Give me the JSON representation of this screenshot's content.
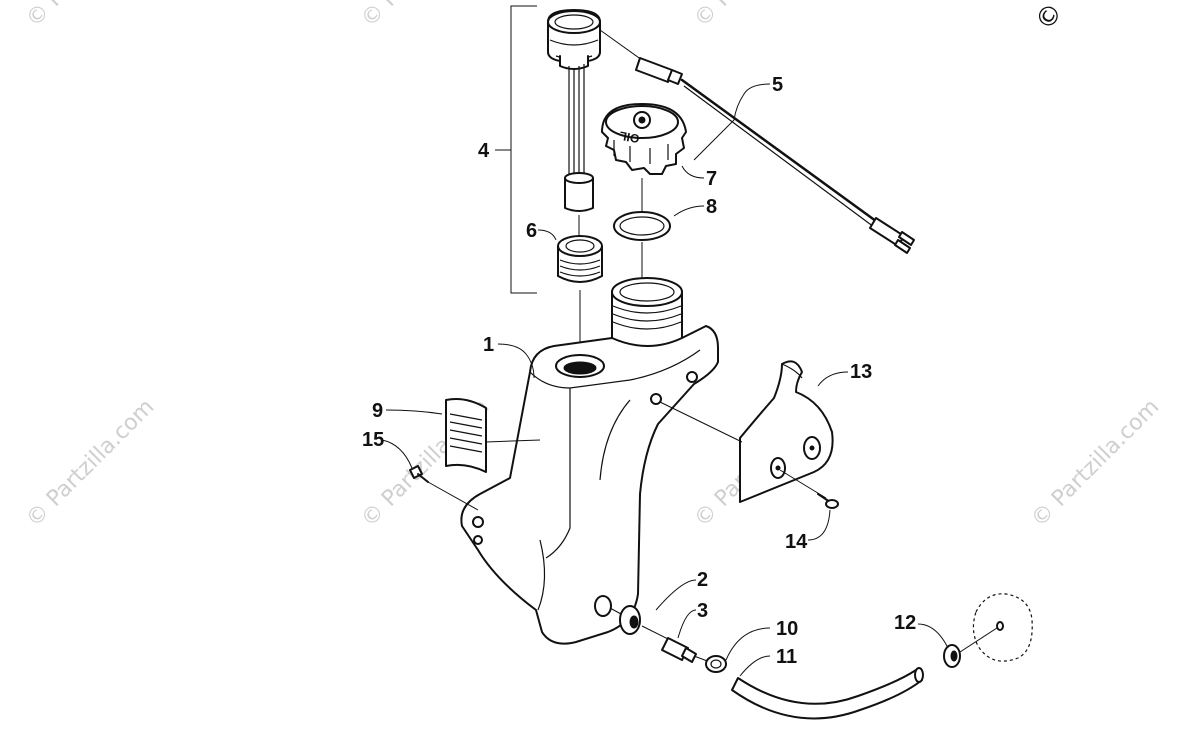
{
  "watermark": {
    "text": "© Partzilla.com",
    "corner_text": "© P"
  },
  "callouts": {
    "c1": "1",
    "c2": "2",
    "c3": "3",
    "c4": "4",
    "c5": "5",
    "c6": "6",
    "c7": "7",
    "c8": "8",
    "c9": "9",
    "c10": "10",
    "c11": "11",
    "c12": "12",
    "c13": "13",
    "c14": "14",
    "c15": "15"
  },
  "cap_label": "OIL"
}
